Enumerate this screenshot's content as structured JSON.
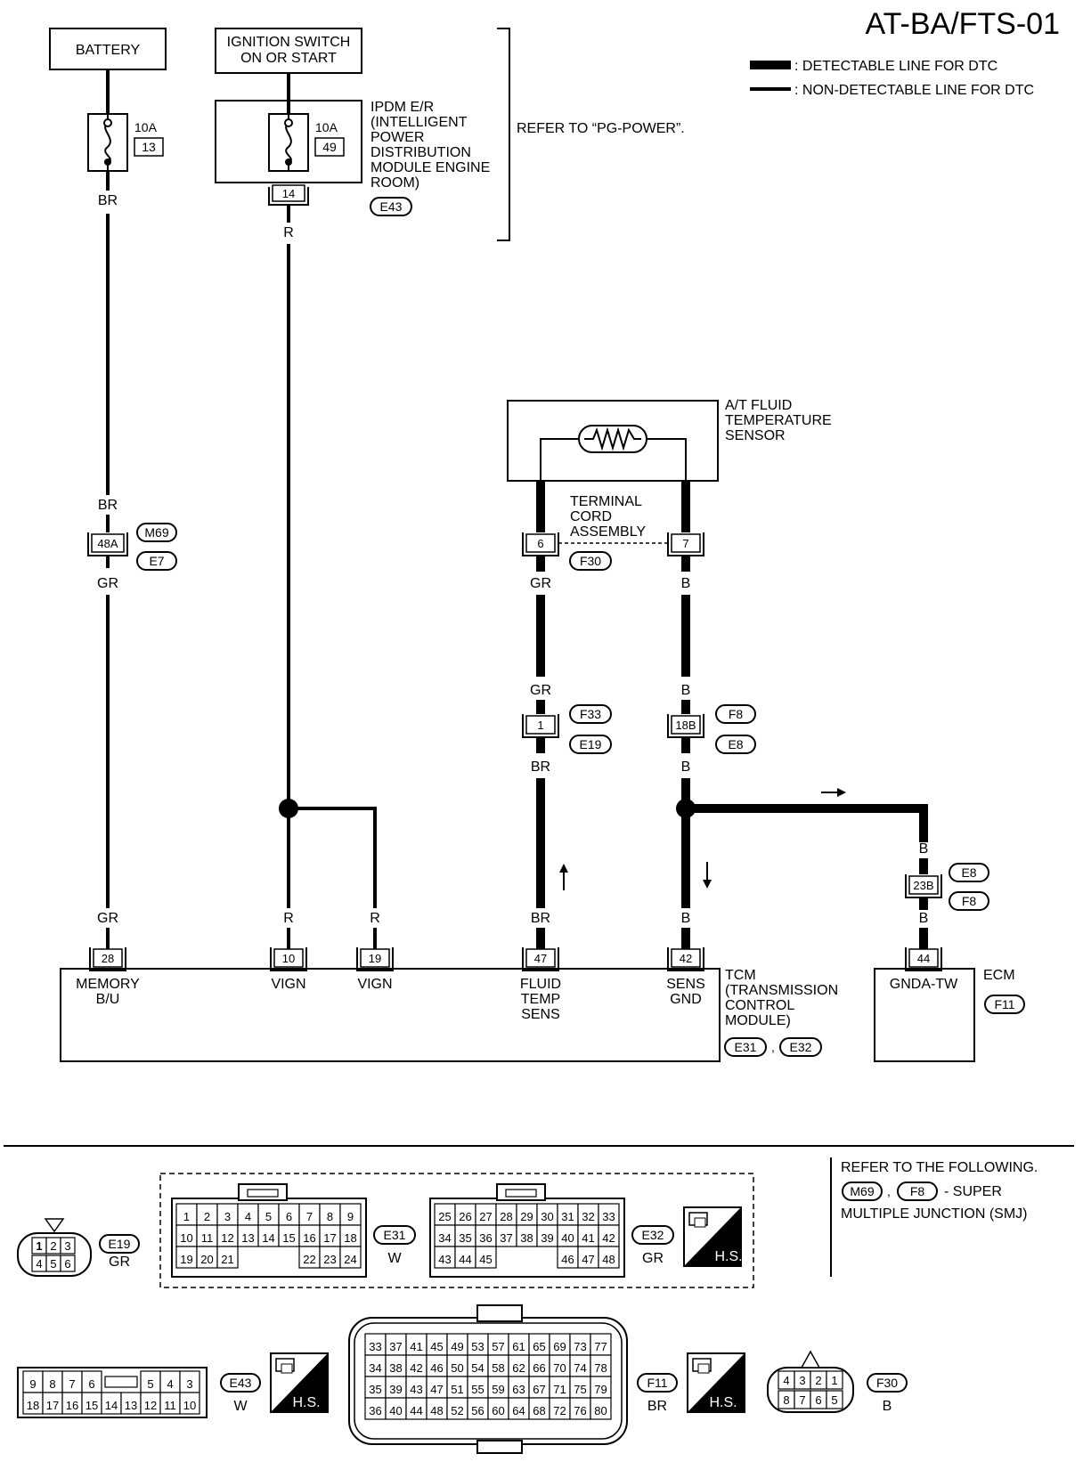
{
  "title": "AT-BA/FTS-01",
  "legend": {
    "detectable": ": DETECTABLE LINE FOR DTC",
    "non_detectable": ": NON-DETECTABLE LINE FOR DTC"
  },
  "power": {
    "battery": "BATTERY",
    "ignition_1": "IGNITION SWITCH",
    "ignition_2": "ON OR START",
    "fuse1_amp": "10A",
    "fuse1_no": "13",
    "fuse2_amp": "10A",
    "fuse2_no": "49",
    "ipdm_lines": [
      "IPDM E/R",
      "(INTELLIGENT",
      "POWER",
      "DISTRIBUTION",
      "MODULE ENGINE",
      "ROOM)"
    ],
    "ipdm_pin": "14",
    "ipdm_conn": "E43",
    "refer": "REFER TO “PG-POWER”."
  },
  "wires": {
    "br": "BR",
    "gr": "GR",
    "r": "R",
    "b": "B"
  },
  "connectors": {
    "c48a": "48A",
    "m69": "M69",
    "e7": "E7",
    "pin6": "6",
    "pin7": "7",
    "f30": "F30",
    "pin1": "1",
    "f33": "F33",
    "e19": "E19",
    "pin18b": "18B",
    "f8": "F8",
    "e8": "E8",
    "pin23b": "23B"
  },
  "sensor": {
    "name_lines": [
      "A/T FLUID",
      "TEMPERATURE",
      "SENSOR"
    ],
    "cord_lines": [
      "TERMINAL",
      "CORD",
      "ASSEMBLY"
    ]
  },
  "tcm": {
    "pins": [
      "28",
      "10",
      "19",
      "47",
      "42"
    ],
    "memory": [
      "MEMORY",
      "B/U"
    ],
    "vign": "VIGN",
    "fluid": [
      "FLUID",
      "TEMP",
      "SENS"
    ],
    "sens": [
      "SENS",
      "GND"
    ],
    "name_lines": [
      "TCM",
      "(TRANSMISSION",
      "CONTROL",
      "MODULE)"
    ],
    "conn_a": "E31",
    "conn_b": "E32",
    "sep": ","
  },
  "ecm": {
    "pin": "44",
    "gnda": "GNDA-TW",
    "name": "ECM",
    "conn": "F11"
  },
  "bottom": {
    "e19": {
      "name": "E19",
      "color": "GR",
      "top": [
        "1",
        "2",
        "3"
      ],
      "bot": [
        "4",
        "5",
        "6"
      ]
    },
    "e31": {
      "name": "E31",
      "color": "W",
      "row1": [
        "1",
        "2",
        "3",
        "4",
        "5",
        "6",
        "7",
        "8",
        "9"
      ],
      "row2": [
        "10",
        "11",
        "12",
        "13",
        "14",
        "15",
        "16",
        "17",
        "18"
      ],
      "row3": [
        "19",
        "20",
        "21",
        "",
        "",
        "",
        "22",
        "23",
        "24"
      ]
    },
    "e32": {
      "name": "E32",
      "color": "GR",
      "row1": [
        "25",
        "26",
        "27",
        "28",
        "29",
        "30",
        "31",
        "32",
        "33"
      ],
      "row2": [
        "34",
        "35",
        "36",
        "37",
        "38",
        "39",
        "40",
        "41",
        "42"
      ],
      "row3": [
        "43",
        "44",
        "45",
        "",
        "",
        "",
        "46",
        "47",
        "48"
      ]
    },
    "hs": "H.S.",
    "refer_lines": [
      "REFER TO THE FOLLOWING.",
      "- SUPER",
      "MULTIPLE JUNCTION (SMJ)"
    ],
    "refer_m69": "M69",
    "refer_f8": "F8",
    "refer_sep": ",",
    "e43": {
      "name": "E43",
      "color": "W",
      "row1": [
        "9",
        "8",
        "7",
        "6",
        "",
        "5",
        "4",
        "3"
      ],
      "row2": [
        "18",
        "17",
        "16",
        "15",
        "14",
        "13",
        "12",
        "11",
        "10"
      ]
    },
    "f11": {
      "name": "F11",
      "color": "BR",
      "row1": [
        "33",
        "37",
        "41",
        "45",
        "49",
        "53",
        "57",
        "61",
        "65",
        "69",
        "73",
        "77"
      ],
      "row2": [
        "34",
        "38",
        "42",
        "46",
        "50",
        "54",
        "58",
        "62",
        "66",
        "70",
        "74",
        "78"
      ],
      "row3": [
        "35",
        "39",
        "43",
        "47",
        "51",
        "55",
        "59",
        "63",
        "67",
        "71",
        "75",
        "79"
      ],
      "row4": [
        "36",
        "40",
        "44",
        "48",
        "52",
        "56",
        "60",
        "64",
        "68",
        "72",
        "76",
        "80"
      ]
    },
    "f30": {
      "name": "F30",
      "color": "B",
      "top": [
        "4",
        "3",
        "2",
        "1"
      ],
      "bot": [
        "8",
        "7",
        "6",
        "5"
      ]
    }
  }
}
